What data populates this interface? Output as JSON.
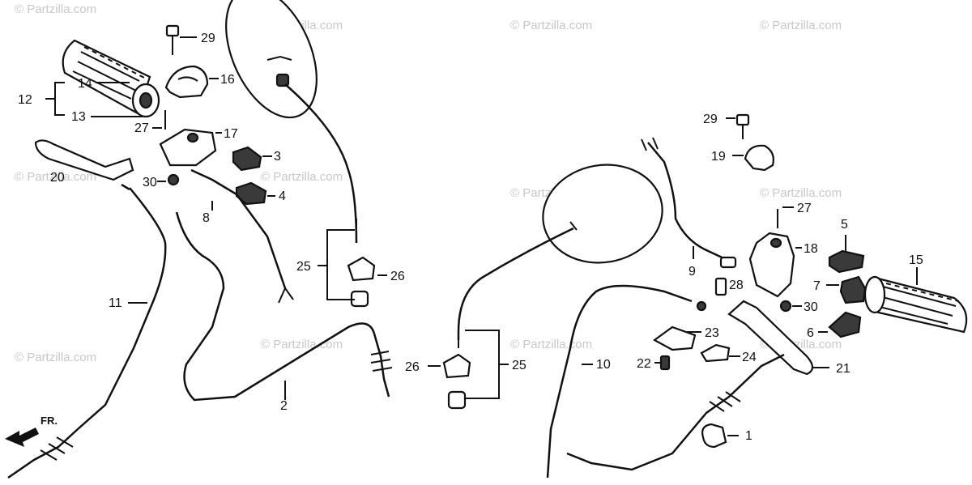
{
  "watermark": "© Partzilla.com",
  "direction_label": "FR.",
  "callouts": {
    "c1": "1",
    "c2": "2",
    "c3": "3",
    "c4": "4",
    "c5": "5",
    "c6": "6",
    "c7": "7",
    "c8": "8",
    "c9": "9",
    "c10": "10",
    "c11": "11",
    "c12": "12",
    "c13": "13",
    "c14": "14",
    "c15": "15",
    "c16": "16",
    "c17": "17",
    "c18": "18",
    "c19": "19",
    "c20": "20",
    "c21": "21",
    "c22": "22",
    "c23": "23",
    "c24": "24",
    "c25a": "25",
    "c25b": "25",
    "c26a": "26",
    "c26b": "26",
    "c27a": "27",
    "c27b": "27",
    "c28": "28",
    "c29a": "29",
    "c29b": "29",
    "c30a": "30",
    "c30b": "30"
  }
}
